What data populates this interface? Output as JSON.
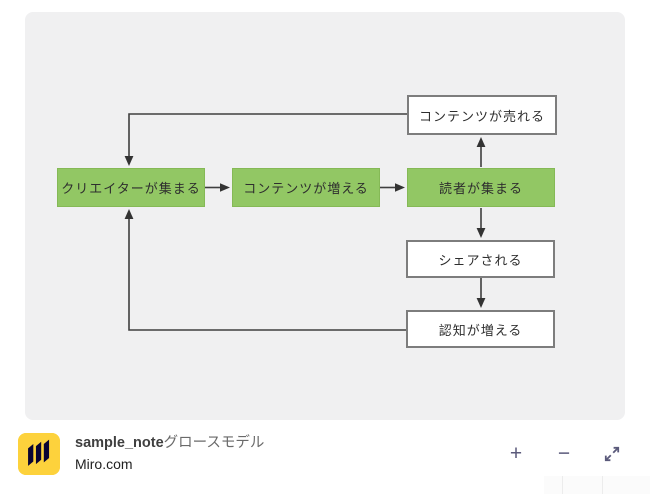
{
  "embed": {
    "diagram": {
      "nodes": [
        {
          "id": "creators-gather",
          "label": "クリエイターが集まる",
          "style": "green"
        },
        {
          "id": "content-grows",
          "label": "コンテンツが増える",
          "style": "green"
        },
        {
          "id": "readers-gather",
          "label": "読者が集まる",
          "style": "green"
        },
        {
          "id": "content-sells",
          "label": "コンテンツが売れる",
          "style": "white"
        },
        {
          "id": "gets-shared",
          "label": "シェアされる",
          "style": "white"
        },
        {
          "id": "awareness-grows",
          "label": "認知が増える",
          "style": "white"
        }
      ],
      "edges": [
        "creators-gather -> content-grows",
        "content-grows -> readers-gather",
        "readers-gather -> content-sells",
        "readers-gather -> gets-shared",
        "gets-shared -> awareness-grows",
        "content-sells -> creators-gather",
        "awareness-grows -> creators-gather"
      ]
    },
    "footer": {
      "title_primary": "sample_note",
      "title_secondary": "グロースモデル",
      "link_label": "Miro.com",
      "controls": {
        "zoom_in": "+",
        "zoom_out": "−",
        "expand": "expand"
      }
    },
    "colors": {
      "canvas_bg": "#F0F0F1",
      "node_green": "#92C764",
      "node_green_border": "#85B956",
      "node_white_border": "#7D7D7D",
      "arrow": "#3F3F3F",
      "logo_yellow": "#FDD23C",
      "logo_navy": "#0A0433",
      "controls": "#5B5A7B"
    }
  }
}
